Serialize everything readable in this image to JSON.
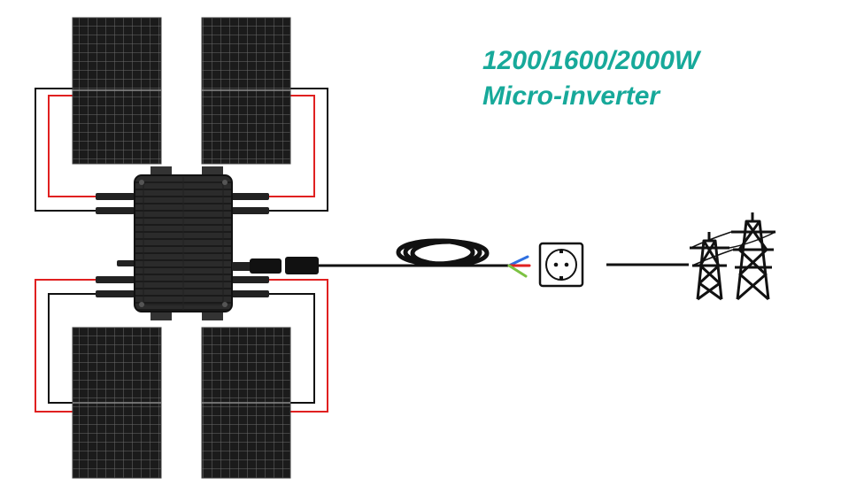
{
  "title": {
    "line1": "1200/1600/2000W",
    "line2": "Micro-inverter"
  },
  "colors": {
    "accent": "#17a99a",
    "panel_cell": "#1b1b1b",
    "panel_grid": "#6b6b6b",
    "inverter_body": "#2b2b2b",
    "wire_positive": "#e02020",
    "wire_negative": "#111111",
    "phase_blue": "#2f6fe0",
    "phase_red": "#e02020",
    "phase_green": "#7cc242"
  },
  "components": {
    "solar_panels": [
      "solar-panel-top-left",
      "solar-panel-top-right",
      "solar-panel-bottom-left",
      "solar-panel-bottom-right"
    ],
    "inverter": "micro-inverter-icon",
    "cable": "ac-cable-coil",
    "outlet": "wall-socket-icon",
    "grid": "power-pylon-icon"
  }
}
